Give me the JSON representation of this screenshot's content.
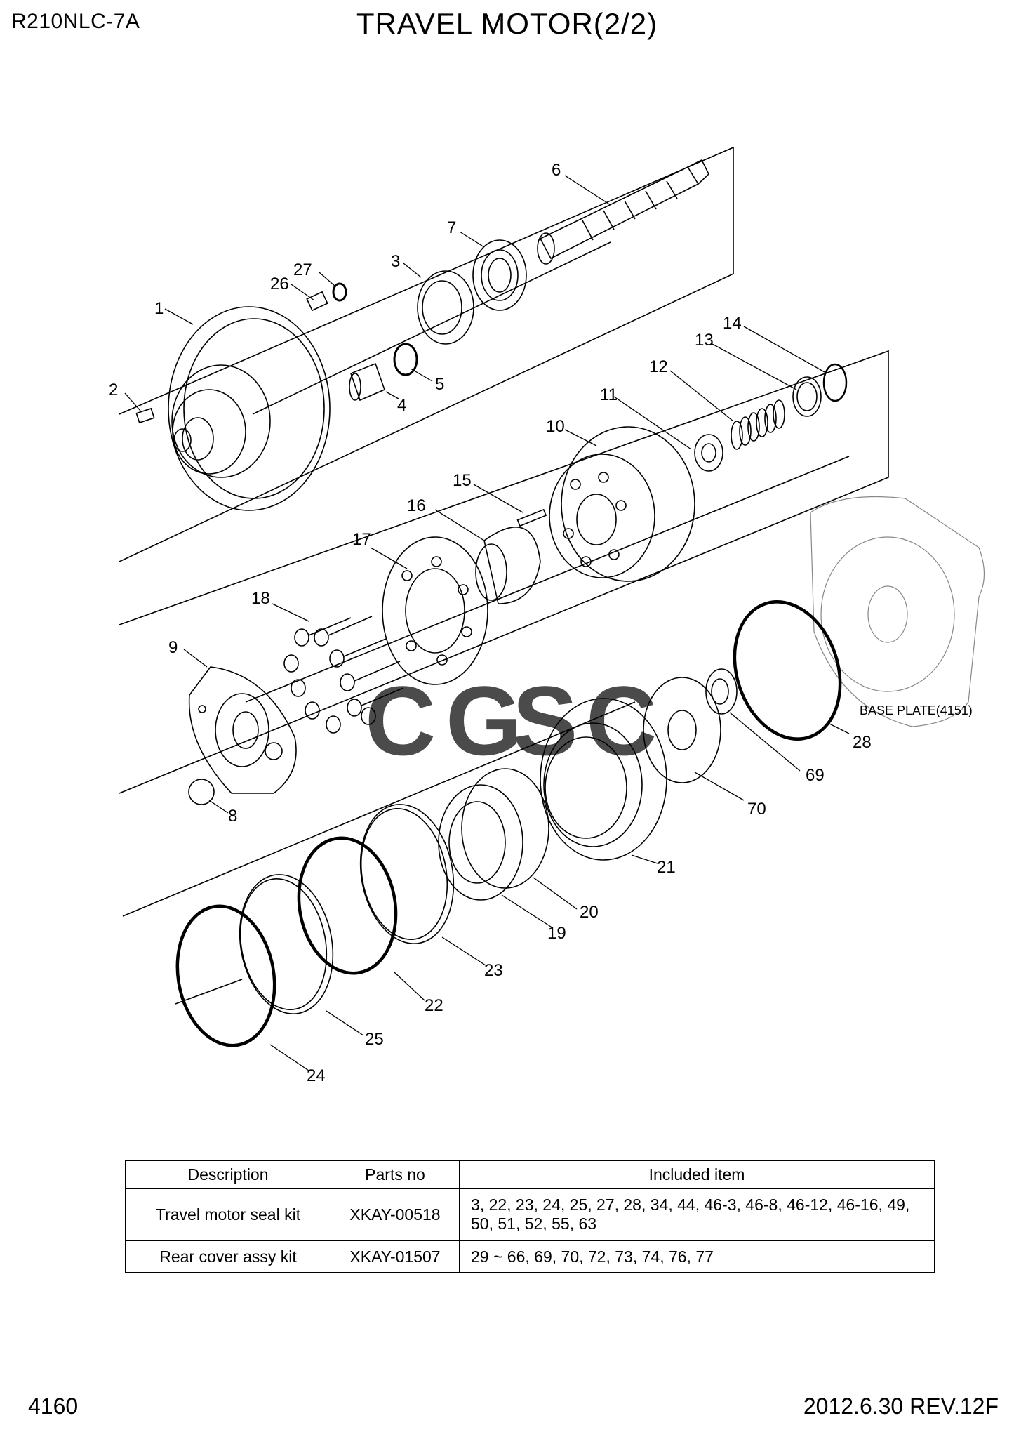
{
  "header": {
    "model": "R210NLC-7A",
    "title": "TRAVEL MOTOR(2/2)"
  },
  "footer": {
    "page": "4160",
    "revision": "2012.6.30  REV.12F"
  },
  "callouts": [
    "1",
    "2",
    "3",
    "4",
    "5",
    "6",
    "7",
    "8",
    "9",
    "10",
    "11",
    "12",
    "13",
    "14",
    "15",
    "16",
    "17",
    "18",
    "19",
    "20",
    "21",
    "22",
    "23",
    "24",
    "25",
    "26",
    "27",
    "28",
    "69",
    "70"
  ],
  "base_plate_label": "BASE PLATE(4151)",
  "watermark": {
    "letters": [
      "C",
      "G",
      "S",
      "C"
    ],
    "colors": [
      "#4f86ec",
      "#ea4335",
      "#f4c20d",
      "#34a853"
    ]
  },
  "table": {
    "headers": {
      "description": "Description",
      "parts_no": "Parts no",
      "included": "Included item"
    },
    "rows": [
      {
        "description": "Travel motor seal kit",
        "parts_no": "XKAY-00518",
        "included": "3, 22, 23, 24, 25, 27, 28, 34, 44, 46-3, 46-8, 46-12, 46-16, 49, 50, 51, 52, 55, 63"
      },
      {
        "description": "Rear cover assy kit",
        "parts_no": "XKAY-01507",
        "included": "29 ~ 66, 69, 70, 72, 73, 74, 76, 77"
      }
    ]
  }
}
